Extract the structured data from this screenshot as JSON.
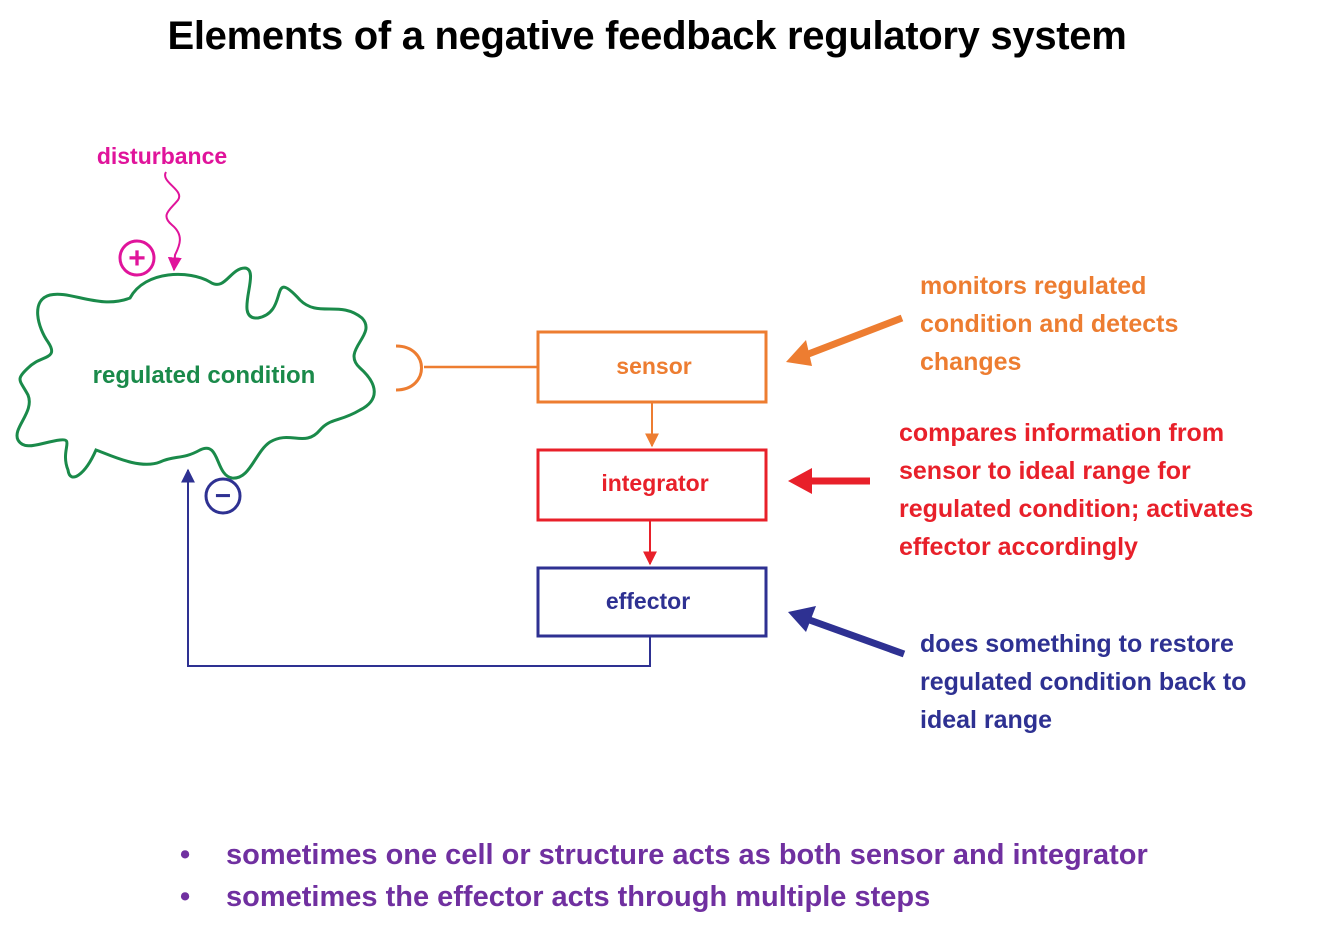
{
  "title": "Elements of a negative feedback regulatory system",
  "colors": {
    "sensor": "#ed7d31",
    "integrator": "#e8202a",
    "effector": "#2e3192",
    "condition": "#1a8a4a",
    "disturbance": "#e0149b",
    "bullets": "#7030a0"
  },
  "diagram": {
    "disturbance_label": "disturbance",
    "plus_sign": "+",
    "minus_sign": "−",
    "condition_label": "regulated condition",
    "sensor_label": "sensor",
    "integrator_label": "integrator",
    "effector_label": "effector"
  },
  "descriptions": {
    "sensor": [
      "monitors regulated",
      "condition and detects",
      "changes"
    ],
    "integrator": [
      "compares information from",
      "sensor to ideal range for",
      "regulated condition; activates",
      "effector accordingly"
    ],
    "effector": [
      "does something to restore",
      "regulated condition back to",
      "ideal range"
    ]
  },
  "bullets": [
    "sometimes one cell or structure acts as both sensor and integrator",
    "sometimes the effector acts through multiple steps"
  ],
  "bullet_symbol": "•"
}
